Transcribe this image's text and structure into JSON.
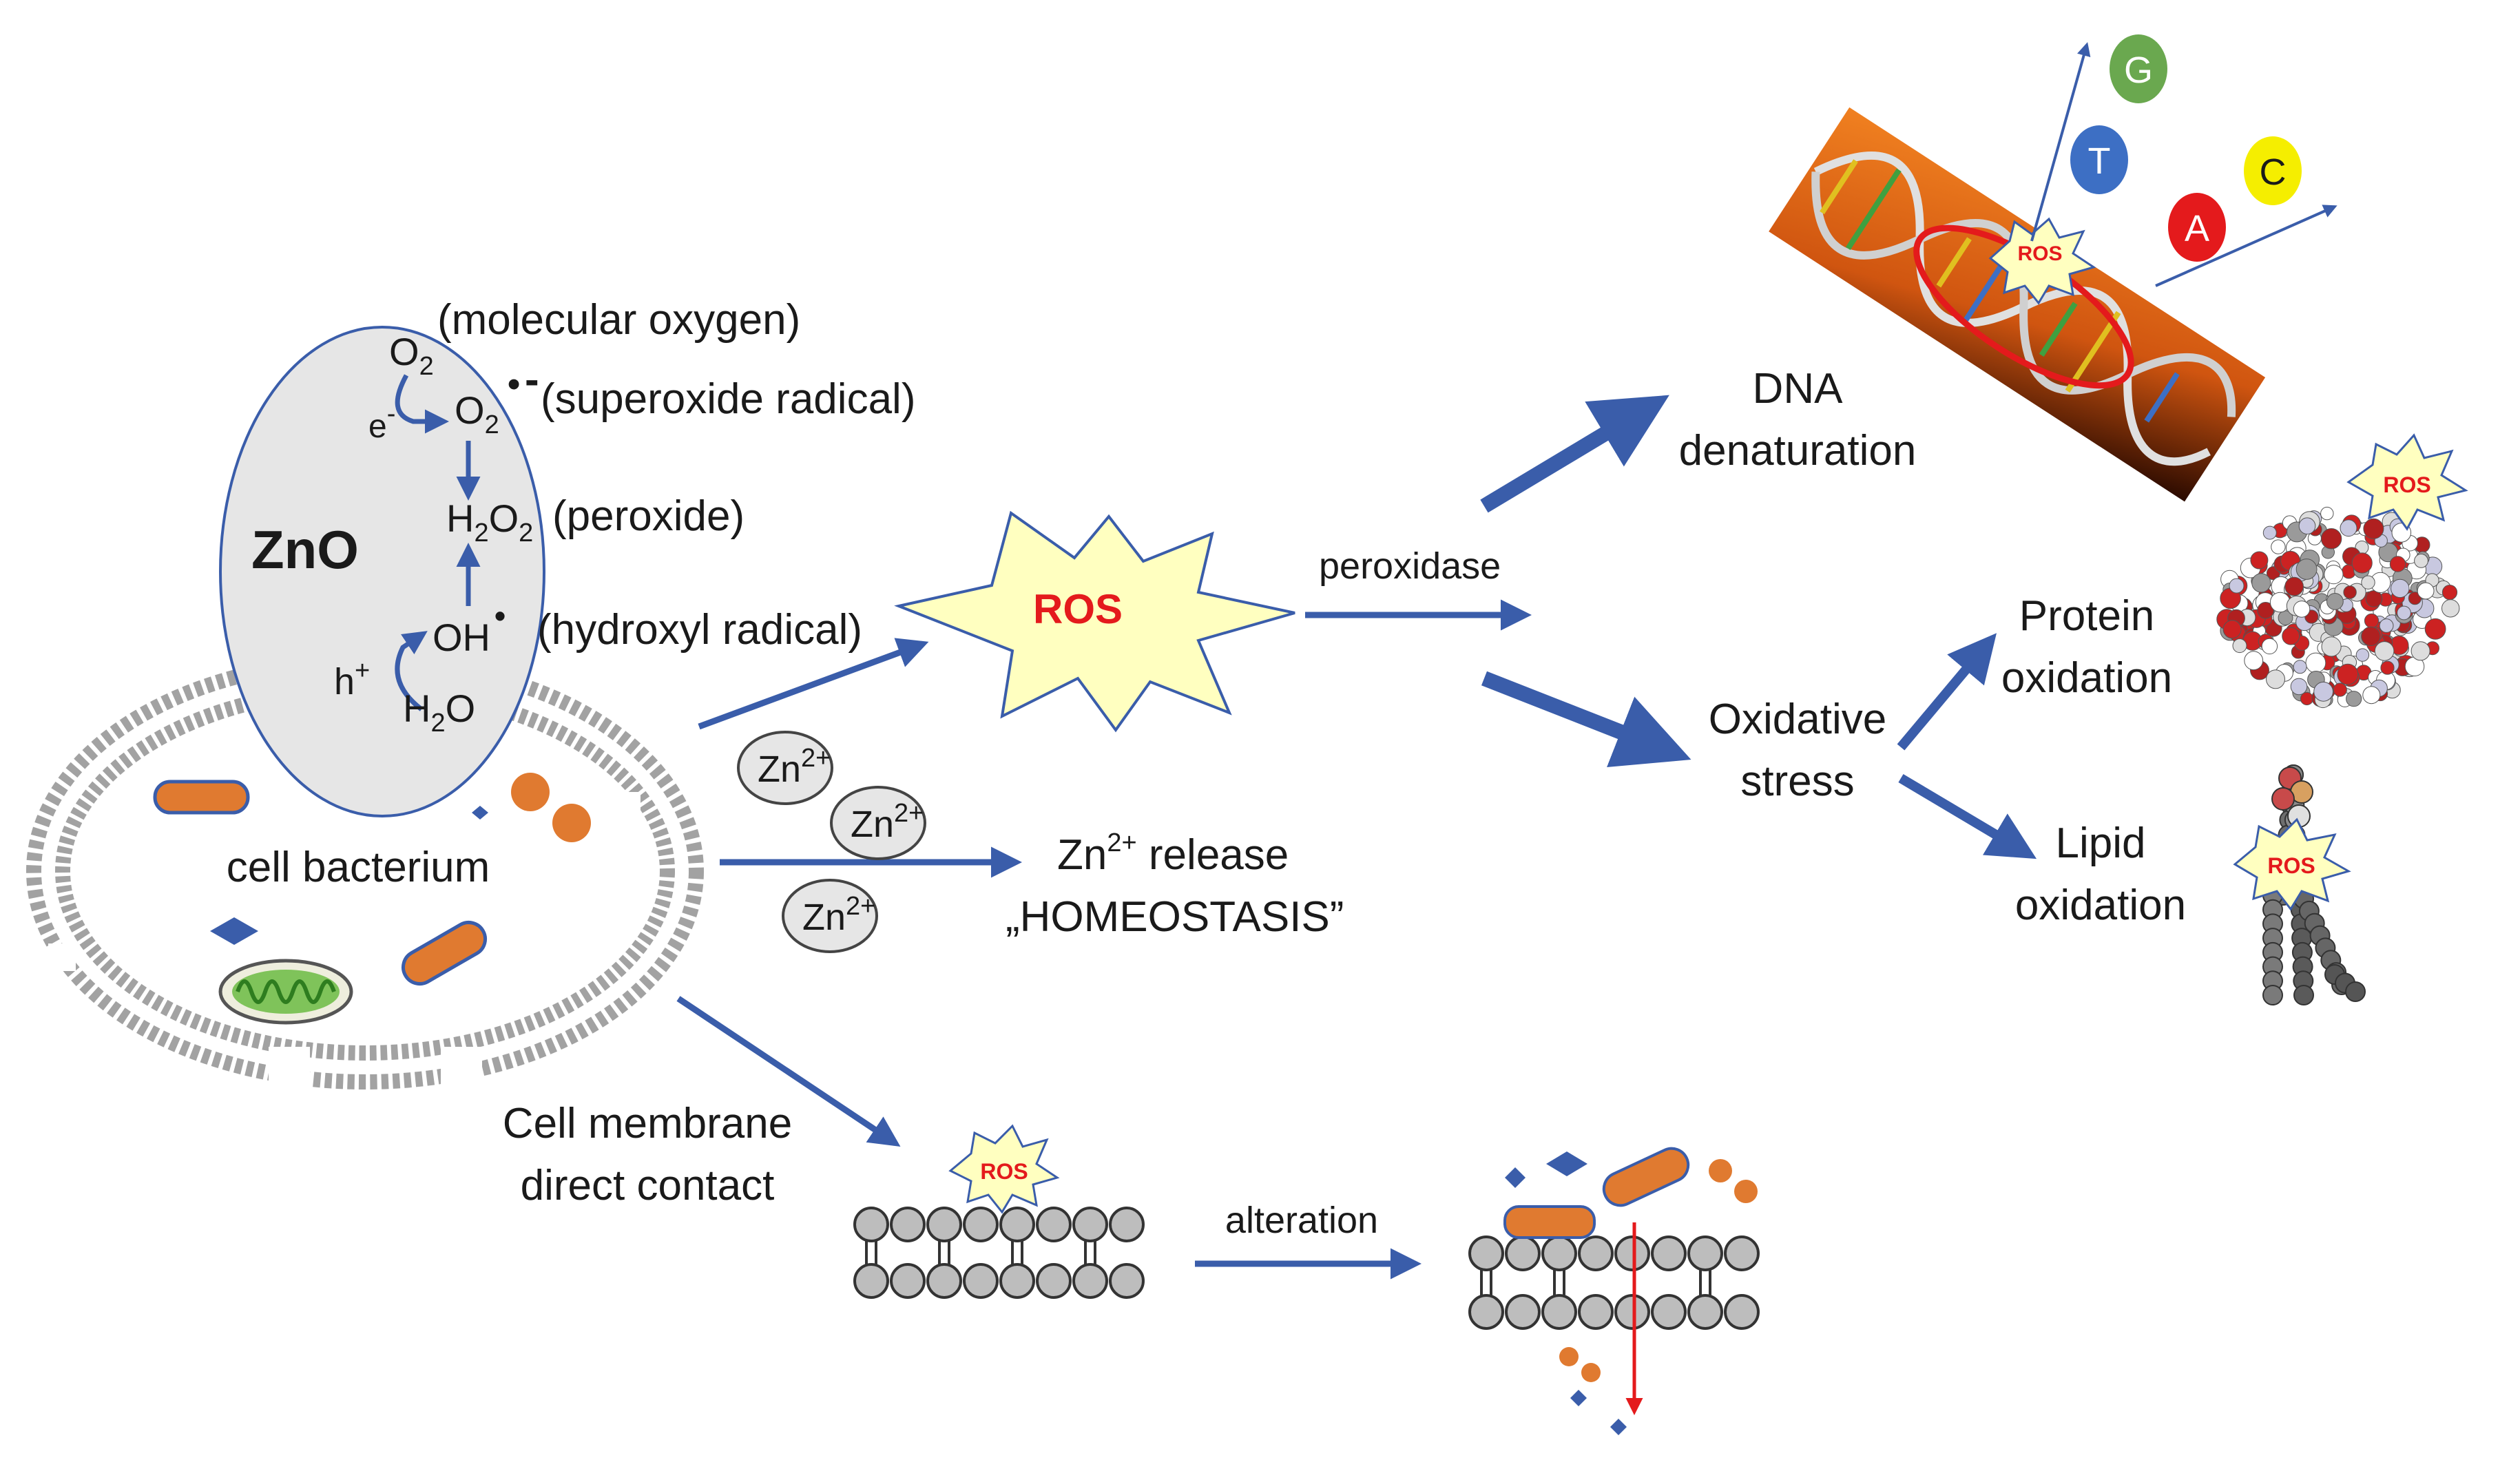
{
  "zno": {
    "title": "ZnO",
    "o2": "O",
    "o2_sub": "2",
    "e_minus": "e",
    "e_sup": "-",
    "superoxide_o": "O",
    "superoxide_sub": "2",
    "superoxide_dot": "•",
    "superoxide_charge": "-",
    "h2o2_h": "H",
    "h2o2_sub1": "2",
    "h2o2_o": "O",
    "h2o2_sub2": "2",
    "oh": "OH",
    "oh_dot": "•",
    "h_plus": "h",
    "h_plus_sup": "+",
    "h2o_h": "H",
    "h2o_sub": "2",
    "h2o_o": "O"
  },
  "labels": {
    "molecular_oxygen": "(molecular oxygen)",
    "superoxide_radical": "(superoxide radical)",
    "peroxide": "(peroxide)",
    "hydroxyl_radical": "(hydroxyl radical)",
    "cell_bacterium": "cell bacterium",
    "ros_main": "ROS",
    "ros_small": "ROS",
    "peroxidase": "peroxidase",
    "dna_line1": "DNA",
    "dna_line2": "denaturation",
    "oxidative_line1": "Oxidative",
    "oxidative_line2": "stress",
    "protein_line1": "Protein",
    "protein_line2": "oxidation",
    "lipid_line1": "Lipid",
    "lipid_line2": "oxidation",
    "zn_release_zn": "Zn",
    "zn_release_sup": "2+",
    "zn_release_text": " release",
    "homeostasis": "„HOMEOSTASIS”",
    "zn_ion": "Zn",
    "zn_ion_sup": "2+",
    "membrane_line1": "Cell membrane",
    "membrane_line2": "direct contact",
    "alteration": "alteration"
  },
  "bases": {
    "g": "G",
    "t": "T",
    "c": "C",
    "a": "A"
  },
  "colors": {
    "arrow_blue": "#3a5daa",
    "ros_star_fill": "#ffffc0",
    "ros_text": "#e41a1c",
    "zno_fill": "#e6e6e6",
    "orange": "#e07a30",
    "base_g": "#6aa84f",
    "base_t": "#3d6fc4",
    "base_c": "#f5ee00",
    "base_a": "#e41a1c"
  }
}
